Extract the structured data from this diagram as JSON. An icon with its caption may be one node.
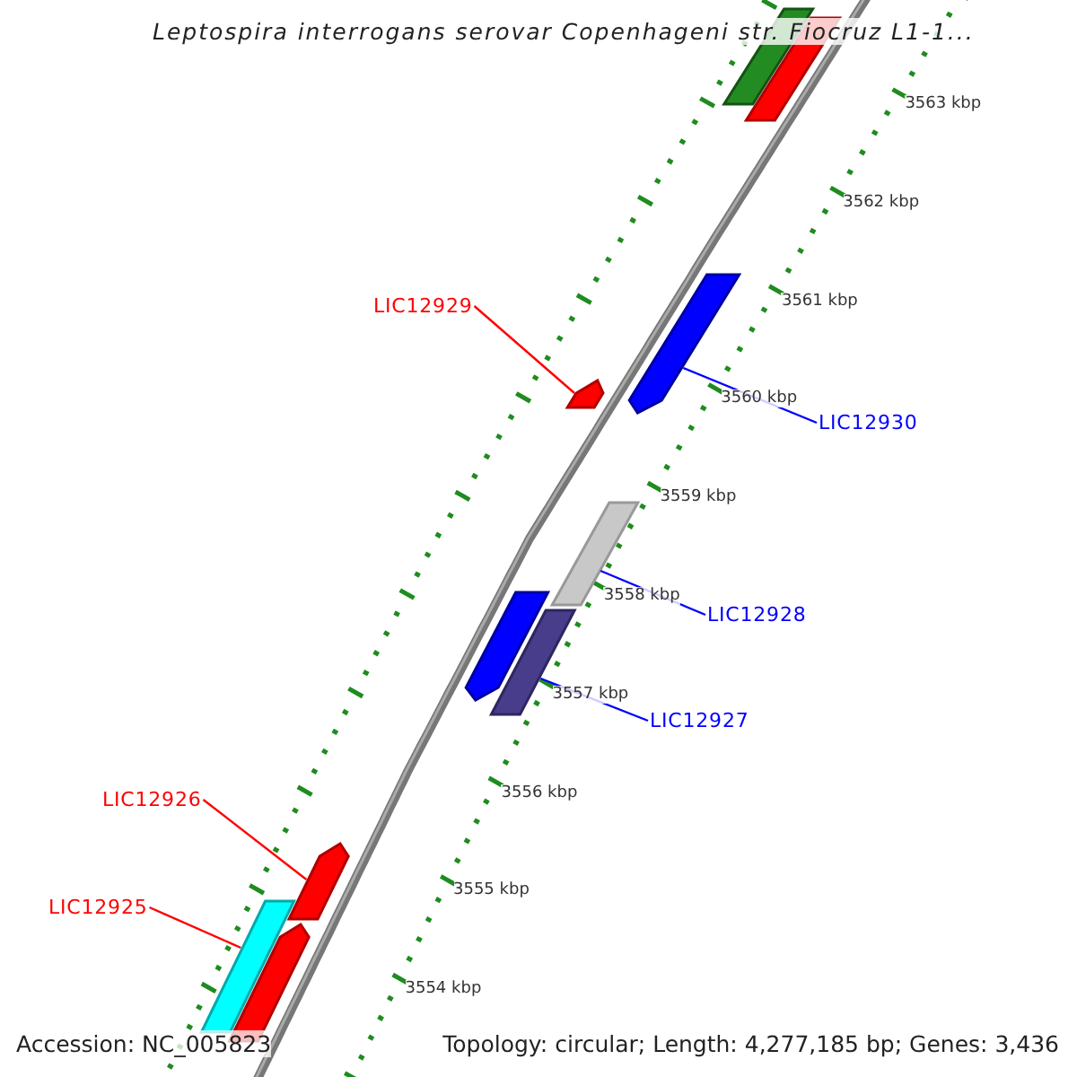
{
  "diagram": {
    "title": "Leptospira interrogans serovar Copenhageni str. Fiocruz L1-1...",
    "nodes": [
      {
        "text": [
          "LIC12929"
        ]
      },
      {
        "text": [],
        "shape": "arrow"
      },
      {
        "text": [
          "LIC12930"
        ]
      },
      {
        "text": [],
        "shape": "arrow"
      },
      {
        "text": [
          "LIC12928"
        ]
      },
      {
        "text": [],
        "shape": "bar"
      },
      {
        "text": [
          "LIC12927"
        ]
      },
      {
        "text": [],
        "shape": "bar"
      },
      {
        "text": [
          "LIC12926"
        ]
      },
      {
        "text": [],
        "shape": "arrow"
      },
      {
        "text": [
          "LIC12925"
        ]
      },
      {
        "text": [],
        "shape": "bar"
      }
    ],
    "edges": [
      {
        "from": 0,
        "to": 1,
        "arrow": "none",
        "color": "#ff0000"
      },
      {
        "from": 2,
        "to": 3,
        "arrow": "none",
        "color": "#0000ff"
      },
      {
        "from": 4,
        "to": 5,
        "arrow": "none",
        "color": "#0000ff"
      },
      {
        "from": 6,
        "to": 7,
        "arrow": "none",
        "color": "#0000ff"
      },
      {
        "from": 8,
        "to": 9,
        "arrow": "none",
        "color": "#ff0000"
      },
      {
        "from": 10,
        "to": 11,
        "arrow": "none",
        "color": "#ff0000"
      }
    ],
    "labels": [
      "3563 kbp",
      "3562 kbp",
      "3561 kbp",
      "3560 kbp",
      "3559 kbp",
      "3558 kbp",
      "3557 kbp",
      "3556 kbp",
      "3555 kbp",
      "3554 kbp",
      "Accession: NC_005823",
      "Topology: circular; Length: 4,277,185 bp; Genes: 3,436"
    ]
  }
}
